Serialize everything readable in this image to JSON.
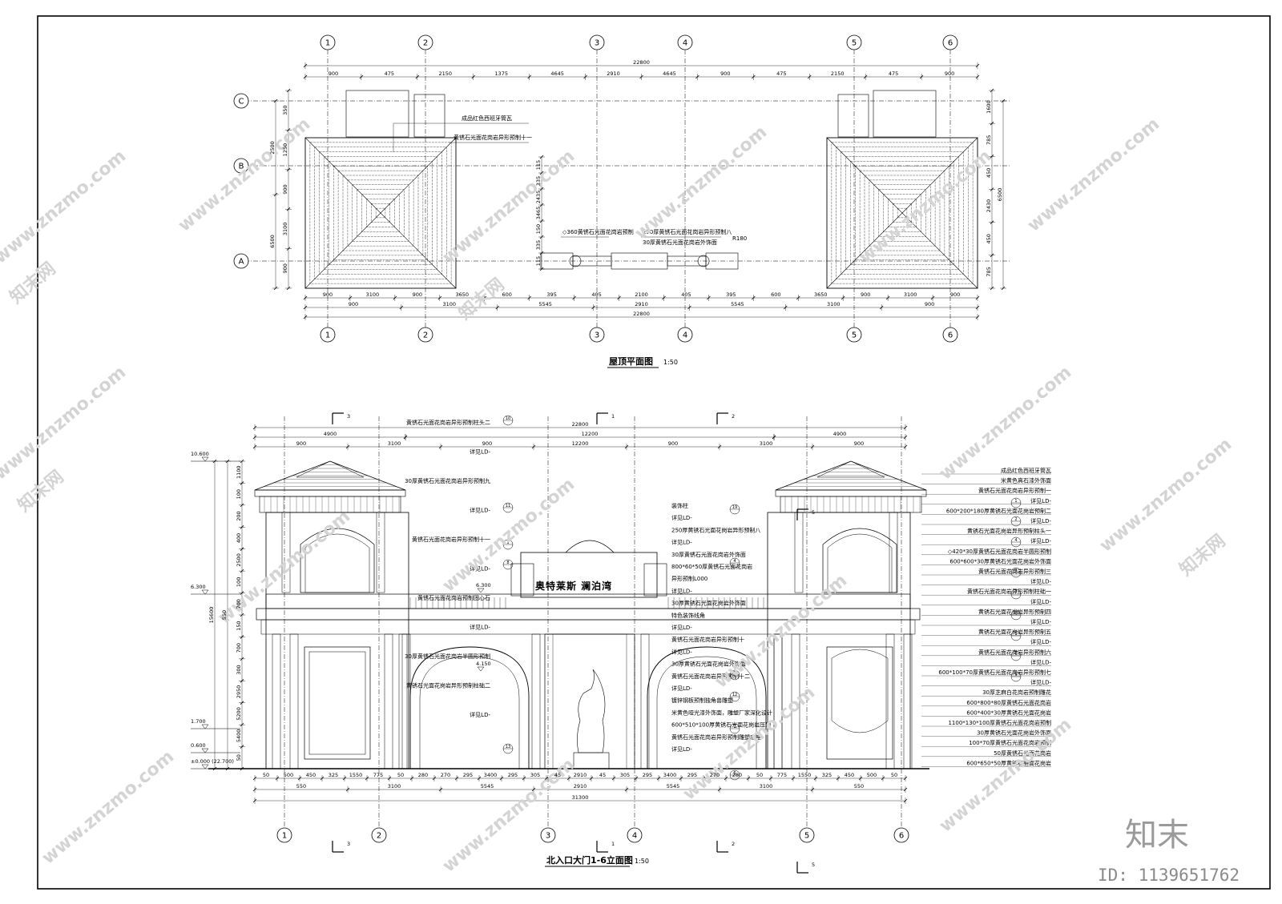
{
  "roof_plan": {
    "title": "屋顶平面图",
    "scale": "1:50",
    "grid_top": [
      "1",
      "2",
      "3",
      "4",
      "5",
      "6"
    ],
    "grid_rows": [
      "C",
      "B",
      "A"
    ],
    "dims_top_total": "22800",
    "dims_top": [
      "900",
      "475",
      "2150",
      "1375",
      "4645",
      "2910",
      "4645",
      "900",
      "475",
      "2150",
      "475",
      "900"
    ],
    "dims_bottom_row1": [
      "900",
      "3100",
      "900",
      "3650",
      "600",
      "395",
      "405",
      "2100",
      "405",
      "395",
      "600",
      "3650",
      "900",
      "3100",
      "900"
    ],
    "dims_bottom_row2": [
      "900",
      "3100",
      "5545",
      "2910",
      "5545",
      "3100",
      "900"
    ],
    "dims_bottom_total": "22800",
    "dims_left": [
      "350",
      "1250",
      "900",
      "3100",
      "900",
      "2500",
      "6500"
    ],
    "dims_right": [
      "1600",
      "785",
      "450",
      "2430",
      "450",
      "785",
      "6500"
    ],
    "notes": [
      "成品红色西班牙筒瓦",
      "黄锈石光面花岗岩异形预制十一",
      "◇360黄锈石光面花岗岩预制",
      "250厚黄锈石光面花岗岩异形预制八",
      "30厚黄锈石光面花岗岩外饰面",
      "R180"
    ],
    "mid_dims": [
      "115",
      "335",
      "2435",
      "3465",
      "150",
      "335",
      "115"
    ]
  },
  "elevation": {
    "title": "北入口大门1-6立面图",
    "scale": "1:50",
    "sign_text": "奥特莱斯 澜泊湾",
    "section_marks": [
      "1",
      "3",
      "2",
      "5"
    ],
    "grid_bottom": [
      "1",
      "2",
      "3",
      "4",
      "5",
      "6"
    ],
    "levels": [
      "10.600",
      "6.300",
      "1.700",
      "0.600",
      "±0.000 (22.700)"
    ],
    "level_inner": [
      "6.300",
      "4.150"
    ],
    "dims_top_total": "22800",
    "dims_top_row2": [
      "12200"
    ],
    "dims_top_row3": [
      "4900",
      "4900"
    ],
    "dims_top_row4": [
      "900",
      "3100",
      "900",
      "12200",
      "900",
      "3100",
      "900"
    ],
    "dims_bottom": [
      "50",
      "500",
      "450",
      "325",
      "1550",
      "775",
      "50",
      "280",
      "270",
      "295",
      "3400",
      "295",
      "305",
      "45",
      "2910",
      "45",
      "305",
      "295",
      "3400",
      "295",
      "270",
      "280",
      "50",
      "775",
      "1550",
      "325",
      "450",
      "500",
      "50"
    ],
    "dims_bottom_row2": [
      "550",
      "3100",
      "5545",
      "2910",
      "5545",
      "3100",
      "550"
    ],
    "dims_bottom_total": "31300",
    "dims_left": [
      "1100",
      "100",
      "200",
      "400",
      "2500",
      "100",
      "700",
      "150",
      "700",
      "300",
      "2950",
      "5200",
      "5400",
      "50",
      "550",
      "15600"
    ],
    "notes_left": [
      "黄锈石光面花岗岩异形预制柱头二",
      "详见LD-",
      "30厚黄锈石光面花岗岩异形预制九",
      "详见LD-",
      "黄锈石光面花岗岩异形预制十一",
      "详见LD-",
      "黄锈石光面花岗岩预制团心石",
      "详见LD-",
      "30厚黄锈石光面花岗岩半圆形预制",
      "黄锈石光面花岗岩异形预制柱础二",
      "详见LD-"
    ],
    "notes_mid": [
      "装饰柱",
      "详见LD-",
      "250厚黄锈石光面花岗岩异形预制八",
      "详见LD-",
      "30厚黄锈石光面花岗岩外饰面",
      "800*60*50厚黄锈石光面花岗岩",
      "异形预制L000",
      "详见LD-",
      "30厚黄锈石光面花岗岩外饰面",
      "特色装饰线角",
      "详见LD-",
      "黄锈石光面花岗岩异形预制十",
      "详见LD-",
      "30厚黄锈石光面花岗岩外饰面",
      "黄锈石光面花岗岩异形预制十二",
      "详见LD-",
      "镀锌钢板预制独角兽雕塑",
      "米黄色哑光漆外饰面，雕塑厂家深化设计",
      "600*510*100厚黄锈石光面花岗岩压顶",
      "黄锈石光面花岗岩异形预制雕塑底座",
      "详见LD-"
    ],
    "notes_right": [
      "成品红色西班牙筒瓦",
      "米黄色真石漆外饰面",
      "黄锈石光面花岗岩异形预制一",
      "详见LD-",
      "600*200*180厚黄锈石光面花岗岩预制二",
      "详见LD-",
      "黄锈石光面花岗岩异形预制柱头一",
      "详见LD-",
      "◇420*30厚黄锈石光面花岗岩半圆形预制",
      "600*600*30厚黄锈石光面花岗岩外饰面",
      "黄锈石光面花岗岩异形预制三",
      "详见LD-",
      "黄锈石光面花岗岩异形预制柱础一",
      "详见LD-",
      "黄锈石光面花岗岩异形预制四",
      "详见LD-",
      "黄锈石光面花岗岩异形预制五",
      "详见LD-",
      "黄锈石光面花岗岩异形预制六",
      "详见LD-",
      "600*100*70厚黄锈石光面花岗岩异形预制七",
      "详见LD-",
      "30厚芝麻白花岗岩预制雕花",
      "600*800*80厚黄锈石光面花岗岩",
      "600*400*30厚黄锈石光面花岗岩",
      "1100*130*100厚黄锈石光面花岗岩预制",
      "30厚黄锈石光面花岗岩外饰面",
      "100*70厚黄锈石光面花岗岩预制",
      "50厚黄锈石光面花岗岩",
      "600*650*50厚黄锈石磨面花岗岩"
    ],
    "ref_tags": [
      "10",
      "11",
      "1",
      "19",
      "8",
      "4",
      "5",
      "12",
      "13",
      "2",
      "6",
      "1",
      "2",
      "4",
      "3",
      "7",
      "16",
      "5",
      "6",
      "9"
    ]
  },
  "watermark": {
    "text": "www.znzmo.com",
    "brand": "知末",
    "cn_mark": "知末网",
    "id_label": "ID: 1139651762"
  },
  "colors": {
    "line": "#000000",
    "watermark": "#d4d4d4",
    "background": "#ffffff"
  }
}
